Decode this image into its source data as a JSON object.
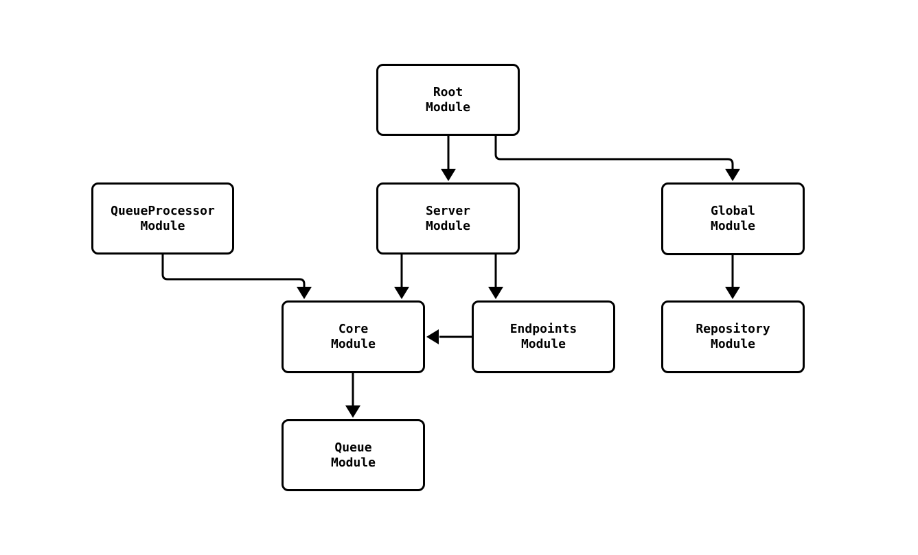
{
  "diagram": {
    "type": "module-dependency-graph",
    "colors": {
      "background": "#ffffff",
      "node_fill": "#ffffff",
      "node_border": "#000000",
      "edge": "#000000",
      "text": "#000000"
    },
    "nodes": [
      {
        "id": "root",
        "label": "Root\nModule"
      },
      {
        "id": "server",
        "label": "Server\nModule"
      },
      {
        "id": "queueprocessor",
        "label": "QueueProcessor\nModule"
      },
      {
        "id": "global",
        "label": "Global\nModule"
      },
      {
        "id": "core",
        "label": "Core\nModule"
      },
      {
        "id": "endpoints",
        "label": "Endpoints\nModule"
      },
      {
        "id": "repository",
        "label": "Repository\nModule"
      },
      {
        "id": "queue",
        "label": "Queue\nModule"
      }
    ],
    "edges": [
      {
        "from": "Root Module",
        "to": "Server Module"
      },
      {
        "from": "Root Module",
        "to": "Global Module"
      },
      {
        "from": "QueueProcessor Module",
        "to": "Core Module"
      },
      {
        "from": "Server Module",
        "to": "Core Module"
      },
      {
        "from": "Server Module",
        "to": "Endpoints Module"
      },
      {
        "from": "Endpoints Module",
        "to": "Core Module"
      },
      {
        "from": "Global Module",
        "to": "Repository Module"
      },
      {
        "from": "Core Module",
        "to": "Queue Module"
      }
    ]
  }
}
